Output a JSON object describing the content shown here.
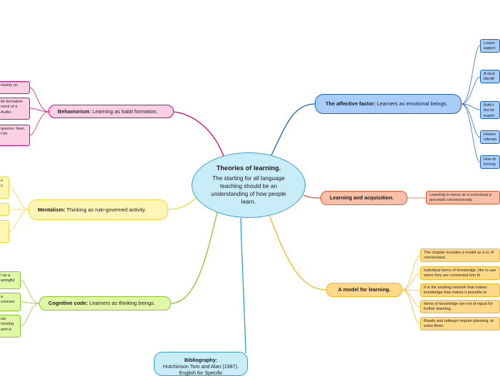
{
  "center": {
    "title": "Theories of learning.",
    "subtitle": "The starting for all language teaching should be an understanding of how people learn."
  },
  "branches": {
    "behaviorism": {
      "label": "Behaviorism:",
      "text": " Learning as habit formation.",
      "color": "#e8006e",
      "fill": "#fbd0e5"
    },
    "mentalism": {
      "label": "Mentalism:",
      "text": " Thinking as rule-governed activity.",
      "color": "#f2d73a",
      "fill": "#fff6b5"
    },
    "cognitive": {
      "label": "Cognitive code:",
      "text": " Learners as thinking beings.",
      "color": "#8ac926",
      "fill": "#e1f7a8"
    },
    "affective": {
      "label": "The affective factor:",
      "text": " Learners as emotional beings.",
      "color": "#1f5fbf",
      "fill": "#a9cdf9"
    },
    "acquisition": {
      "label": "Learning and acquisition.",
      "color": "#e15a30",
      "fill": "#f8c0a8"
    },
    "model": {
      "label": "A model for learning.",
      "color": "#f2b81c",
      "fill": "#ffd88a"
    },
    "bibliography": {
      "label": "Bibliography:",
      "text": "Hutchinson Tom and Alan (1987). English for Specific"
    }
  },
  "leaves": {
    "behaviorism": [
      "mainly on",
      "bit formation ment of a Audio-",
      "quence: hear, t be"
    ],
    "mentalism": [
      "e s",
      "",
      ""
    ],
    "cognitive": [
      "l as a aningful",
      "a courses",
      "uts ressing arnt is"
    ],
    "affective": [
      "Learni aspect",
      "A stud identif",
      "Both t but its experi",
      "Howev relevan",
      "How th lerning"
    ],
    "acquisition": [
      "Learning is seens as a conscious p proceeds unconsciously."
    ],
    "model": [
      "The chapter includes a model as a re of connections.",
      "Individual items of knowledge, like to use when they are connected into th",
      "It is the existing network that makes knowledge that makes it possible to",
      "Items of knowledge are not of equal for further learning.",
      "Roads and railways require planning. to solve them."
    ]
  }
}
